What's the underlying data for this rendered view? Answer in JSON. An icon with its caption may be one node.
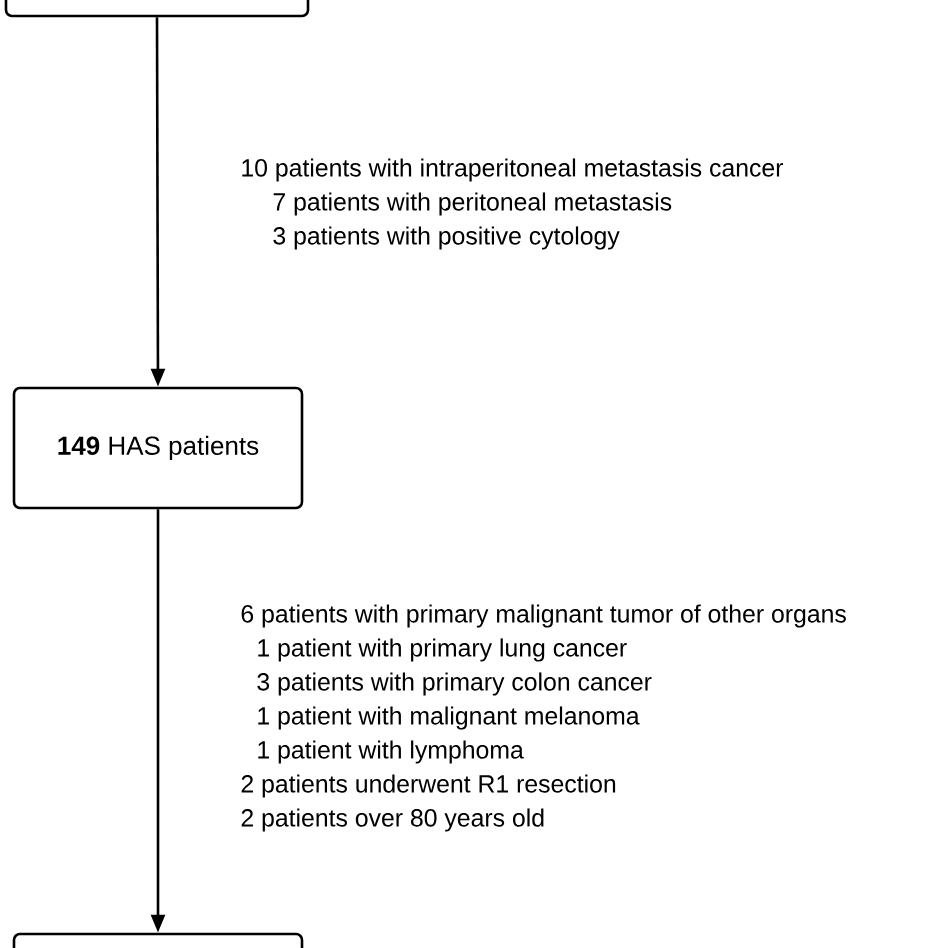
{
  "diagram": {
    "nodes": [
      {
        "text": [],
        "shape": "box"
      },
      {
        "text": [
          "**149** HAS patients"
        ]
      },
      {
        "text": [],
        "shape": "box"
      }
    ],
    "edges": [
      {
        "from": 0,
        "to": 1,
        "arrow": "to"
      },
      {
        "from": 1,
        "to": 2,
        "arrow": "to"
      }
    ],
    "labels": [
      "10 patients with intraperitoneal metastasis cancer",
      "7 patients with peritoneal metastasis",
      "3 patients with positive cytology",
      "6 patients with primary malignant tumor of other organs",
      "1 patient with primary lung cancer",
      "3 patients with primary colon cancer",
      "1 patient with malignant melanoma",
      "1 patient with lymphoma",
      "2 patients underwent R1 resection",
      "2 patients over 80 years old"
    ]
  }
}
